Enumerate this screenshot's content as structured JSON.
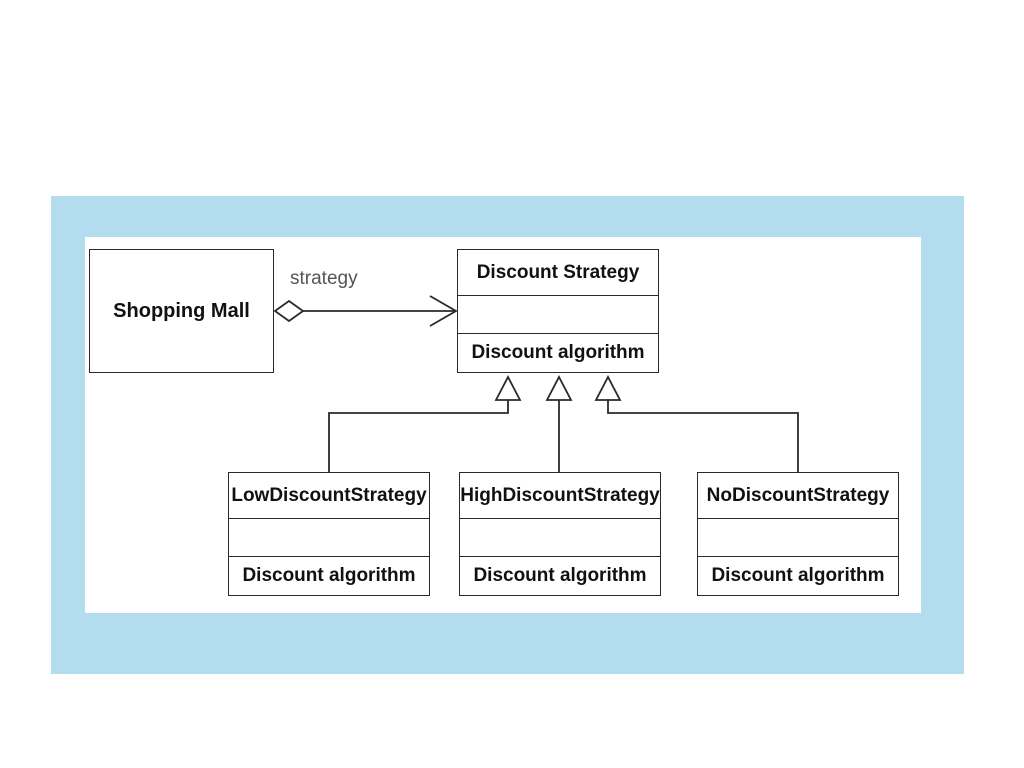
{
  "diagram": {
    "context": {
      "name": "Shopping Mall"
    },
    "association": {
      "label": "strategy"
    },
    "interface": {
      "name": "Discount Strategy",
      "attributes": "",
      "operation": "Discount algorithm"
    },
    "implementations": [
      {
        "name": "LowDiscountStrategy",
        "attributes": "",
        "operation": "Discount algorithm"
      },
      {
        "name": "HighDiscountStrategy",
        "attributes": "",
        "operation": "Discount algorithm"
      },
      {
        "name": "NoDiscountStrategy",
        "attributes": "",
        "operation": "Discount algorithm"
      }
    ],
    "colors": {
      "frame": "#b4dcef",
      "line": "#2a2a2a",
      "label": "#555555"
    }
  }
}
